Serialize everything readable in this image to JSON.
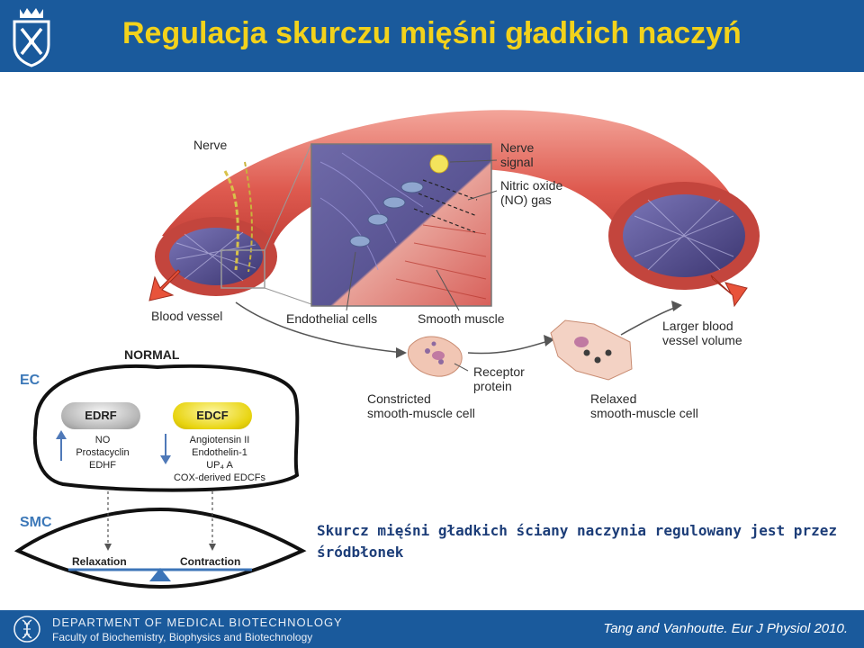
{
  "header": {
    "title": "Regulacja skurczu mięśni gładkich naczyń",
    "background_color": "#1a5a9c",
    "title_color": "#f3d21b",
    "logo_icon": "university-crest-icon"
  },
  "illustration": {
    "labels": {
      "nerve": "Nerve",
      "nerve_signal_1": "Nerve",
      "nerve_signal_2": "signal",
      "no_gas_1": "Nitric oxide",
      "no_gas_2": "(NO) gas",
      "blood_vessel": "Blood vessel",
      "endothelial_cells": "Endothelial cells",
      "smooth_muscle": "Smooth muscle",
      "larger_vessel_1": "Larger blood",
      "larger_vessel_2": "vessel volume",
      "receptor_1": "Receptor",
      "receptor_2": "protein",
      "constricted_1": "Constricted",
      "constricted_2": "smooth-muscle cell",
      "relaxed_1": "Relaxed",
      "relaxed_2": "smooth-muscle cell"
    }
  },
  "regulation_diagram": {
    "normal_label": "NORMAL",
    "ec_label": "EC",
    "smc_label": "SMC",
    "edrf": {
      "label": "EDRF",
      "factors": [
        "NO",
        "Prostacyclin",
        "EDHF"
      ]
    },
    "edcf": {
      "label": "EDCF",
      "factors": [
        "Angiotensin II",
        "Endothelin-1",
        "UP₄ A",
        "COX-derived EDCFs"
      ]
    },
    "relaxation_label": "Relaxation",
    "contraction_label": "Contraction"
  },
  "caption": "Skurcz mięśni gładkich ściany naczynia regulowany jest przez śródbłonek",
  "footer": {
    "department": "DEPARTMENT OF MEDICAL BIOTECHNOLOGY",
    "faculty": "Faculty of Biochemistry, Biophysics and Biotechnology",
    "citation": "Tang and Vanhoutte. Eur J Physiol 2010.",
    "logo_icon": "dna-logo-icon"
  }
}
